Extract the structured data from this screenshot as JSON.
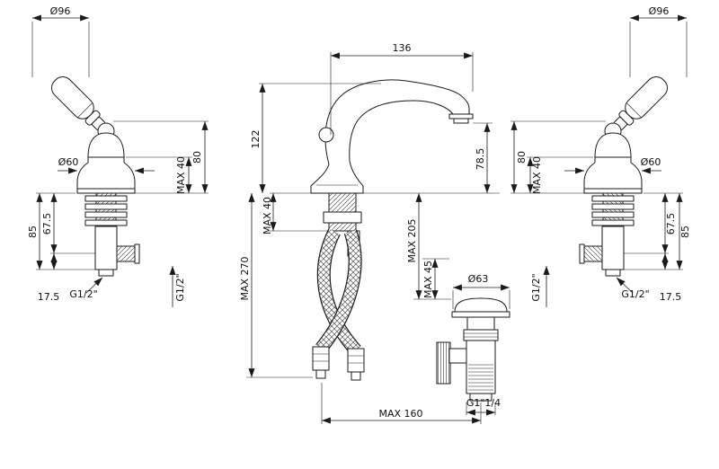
{
  "page": {
    "background": "#ffffff",
    "line_color": "#1a1a1a"
  },
  "left_valve": {
    "dia_handle": "Ø96",
    "dia_escutcheon": "Ø60",
    "max_40": "MAX 40",
    "h_80": "80",
    "h_85": "85",
    "h_67_5": "67.5",
    "h_17_5": "17.5",
    "thread_bottom": "G1/2\"",
    "thread_side": "G1/2\""
  },
  "spout": {
    "w_136": "136",
    "h_122": "122",
    "h_78_5": "78.5",
    "max_40": "MAX 40",
    "max_270": "MAX 270",
    "max_205": "MAX 205",
    "max_45": "MAX 45",
    "dia_drain": "Ø63",
    "thread_drain": "G1\"1/4",
    "max_160": "MAX 160"
  },
  "right_valve": {
    "dia_handle": "Ø96",
    "dia_escutcheon": "Ø60",
    "max_40": "MAX 40",
    "h_80": "80",
    "h_85": "85",
    "h_67_5": "67.5",
    "h_17_5": "17.5",
    "thread_bottom": "G1/2\"",
    "thread_side": "G1/2\""
  }
}
